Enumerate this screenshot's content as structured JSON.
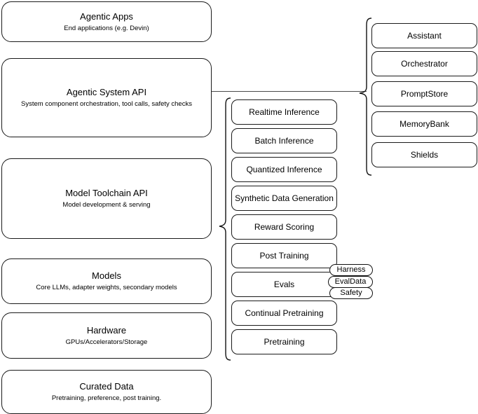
{
  "diagram": {
    "type": "layered-architecture-diagram",
    "background_color": "#ffffff",
    "stroke_color": "#111111",
    "layers": [
      {
        "id": "agentic-apps",
        "title": "Agentic Apps",
        "subtitle": "End applications (e.g. Devin)"
      },
      {
        "id": "agentic-system-api",
        "title": "Agentic System API",
        "subtitle": "System component orchestration, tool calls, safety checks"
      },
      {
        "id": "model-toolchain-api",
        "title": "Model Toolchain API",
        "subtitle": "Model development & serving"
      },
      {
        "id": "models",
        "title": "Models",
        "subtitle": "Core LLMs, adapter weights, secondary models"
      },
      {
        "id": "hardware",
        "title": "Hardware",
        "subtitle": "GPUs/Accelerators/Storage"
      },
      {
        "id": "curated-data",
        "title": "Curated Data",
        "subtitle": "Pretraining, preference, post training."
      }
    ],
    "toolchain_components": [
      {
        "id": "realtime-inference",
        "label": "Realtime Inference"
      },
      {
        "id": "batch-inference",
        "label": "Batch Inference"
      },
      {
        "id": "quantized-inference",
        "label": "Quantized Inference"
      },
      {
        "id": "synthetic-data-generation",
        "label": "Synthetic Data Generation"
      },
      {
        "id": "reward-scoring",
        "label": "Reward Scoring"
      },
      {
        "id": "post-training",
        "label": "Post Training"
      },
      {
        "id": "evals",
        "label": "Evals"
      },
      {
        "id": "continual-pretraining",
        "label": "Continual Pretraining"
      },
      {
        "id": "pretraining",
        "label": "Pretraining"
      }
    ],
    "evals_subcomponents": [
      {
        "id": "harness",
        "label": "Harness"
      },
      {
        "id": "evaldata",
        "label": "EvalData"
      },
      {
        "id": "safety",
        "label": "Safety"
      }
    ],
    "system_components": [
      {
        "id": "assistant",
        "label": "Assistant"
      },
      {
        "id": "orchestrator",
        "label": "Orchestrator"
      },
      {
        "id": "promptstore",
        "label": "PromptStore"
      },
      {
        "id": "memorybank",
        "label": "MemoryBank"
      },
      {
        "id": "shields",
        "label": "Shields"
      }
    ]
  }
}
